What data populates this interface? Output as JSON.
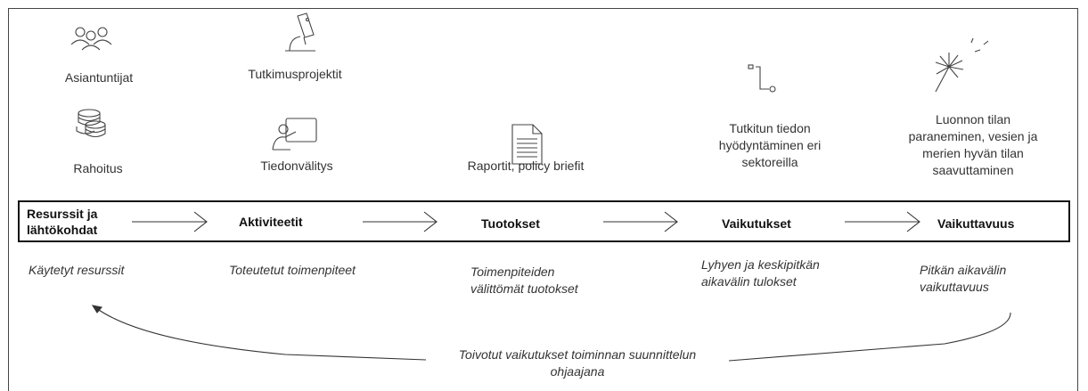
{
  "top_items": {
    "asiantuntijat": "Asiantuntijat",
    "rahoitus": "Rahoitus",
    "tutkimusprojektit": "Tutkimusprojektit",
    "tiedonvalitys": "Tiedonvälitys",
    "raportit": "Raportit, policy briefit",
    "tutkitun": [
      "Tutkitun tiedon",
      "hyödyntäminen eri",
      "sektoreilla"
    ],
    "luonnon": [
      "Luonnon tilan",
      "paraneminen, vesien ja",
      "merien hyvän tilan",
      "saavuttaminen"
    ]
  },
  "stages": [
    [
      "Resurssit ja",
      "lähtökohdat"
    ],
    [
      "Aktiviteetit"
    ],
    [
      "Tuotokset"
    ],
    [
      "Vaikutukset"
    ],
    [
      "Vaikuttavuus"
    ]
  ],
  "descriptions": [
    [
      "Käytetyt resurssit"
    ],
    [
      "Toteutetut toimenpiteet"
    ],
    [
      "Toimenpiteiden",
      "välittömät tuotokset"
    ],
    [
      "Lyhyen ja keskipitkän",
      "aikavälin tulokset"
    ],
    [
      "Pitkän aikavälin",
      "vaikuttavuus"
    ]
  ],
  "feedback": [
    "Toivotut vaikutukset toiminnan suunnittelun",
    "ohjaajana"
  ],
  "colors": {
    "stroke": "#333333",
    "text": "#333333"
  }
}
